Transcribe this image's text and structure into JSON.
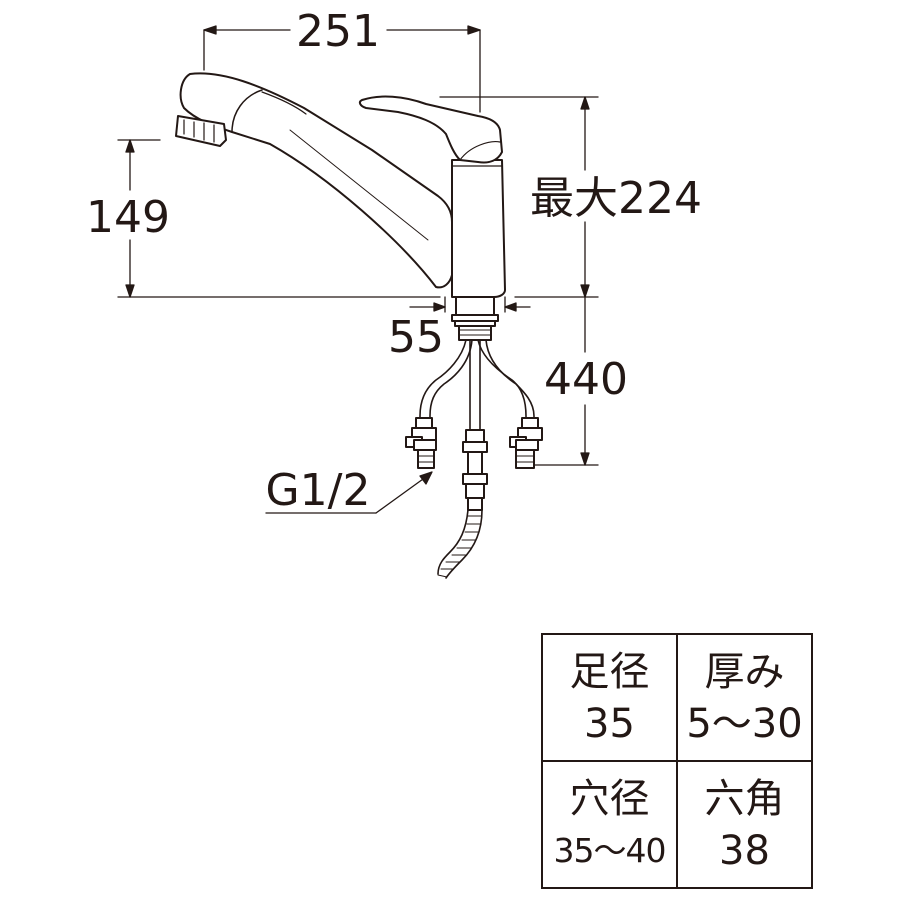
{
  "dimensions": {
    "width": "251",
    "height_spout": "149",
    "height_max": "最大224",
    "base_width": "55",
    "hose_length": "440",
    "thread": "G1/2"
  },
  "spec_table": [
    {
      "label": "足径",
      "value": "35"
    },
    {
      "label": "厚み",
      "value": "5〜30"
    },
    {
      "label": "穴径",
      "value": "35〜40"
    },
    {
      "label": "六角",
      "value": "38"
    }
  ]
}
